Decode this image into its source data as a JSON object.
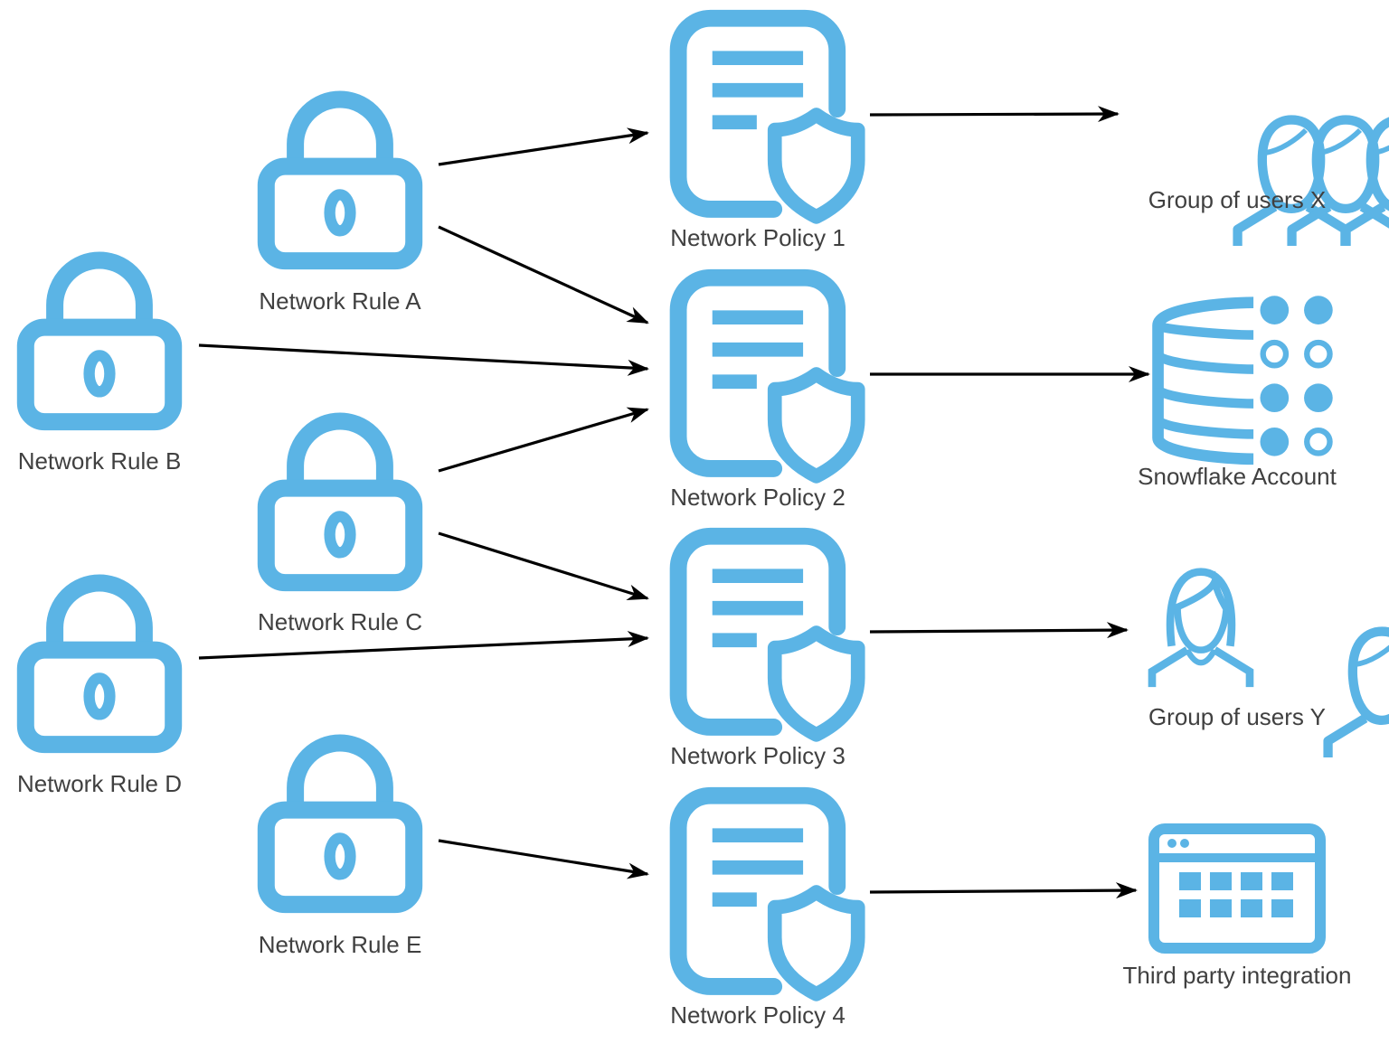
{
  "accent_color": "#5BB4E5",
  "arrow_color": "#000000",
  "label_color": "#404040",
  "rules": [
    {
      "id": "A",
      "label": "Network Rule A",
      "icon": "lock-icon"
    },
    {
      "id": "B",
      "label": "Network Rule B",
      "icon": "lock-icon"
    },
    {
      "id": "C",
      "label": "Network Rule C",
      "icon": "lock-icon"
    },
    {
      "id": "D",
      "label": "Network Rule D",
      "icon": "lock-icon"
    },
    {
      "id": "E",
      "label": "Network Rule E",
      "icon": "lock-icon"
    }
  ],
  "policies": [
    {
      "id": "1",
      "label": "Network Policy 1",
      "icon": "policy-document-shield-icon"
    },
    {
      "id": "2",
      "label": "Network Policy 2",
      "icon": "policy-document-shield-icon"
    },
    {
      "id": "3",
      "label": "Network Policy 3",
      "icon": "policy-document-shield-icon"
    },
    {
      "id": "4",
      "label": "Network Policy 4",
      "icon": "policy-document-shield-icon"
    }
  ],
  "targets": [
    {
      "id": "users-x",
      "label": "Group of users X",
      "icon": "user-group-icon"
    },
    {
      "id": "account",
      "label": "Snowflake Account",
      "icon": "database-icon"
    },
    {
      "id": "users-y",
      "label": "Group of users Y",
      "icon": "user-pair-icon"
    },
    {
      "id": "integration",
      "label": "Third party integration",
      "icon": "app-window-grid-icon"
    }
  ],
  "edges": [
    {
      "from": "A",
      "to": "1"
    },
    {
      "from": "A",
      "to": "2"
    },
    {
      "from": "B",
      "to": "2"
    },
    {
      "from": "C",
      "to": "2"
    },
    {
      "from": "C",
      "to": "3"
    },
    {
      "from": "D",
      "to": "3"
    },
    {
      "from": "E",
      "to": "4"
    },
    {
      "from": "1",
      "to": "users-x"
    },
    {
      "from": "2",
      "to": "account"
    },
    {
      "from": "3",
      "to": "users-y"
    },
    {
      "from": "4",
      "to": "integration"
    }
  ]
}
